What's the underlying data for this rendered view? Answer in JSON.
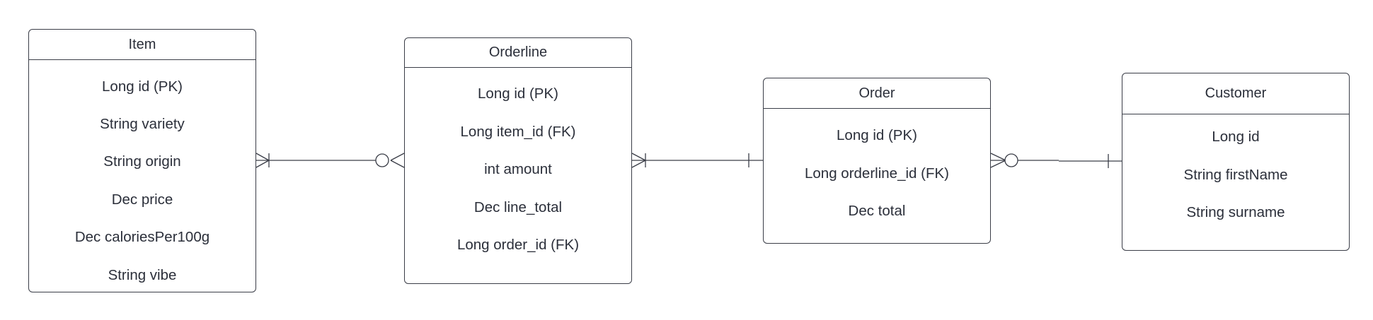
{
  "diagram": {
    "entities": [
      {
        "key": "item",
        "title": "Item",
        "attributes": [
          "Long id (PK)",
          "String variety",
          "String origin",
          "Dec price",
          "Dec caloriesPer100g",
          "String vibe"
        ]
      },
      {
        "key": "orderline",
        "title": "Orderline",
        "attributes": [
          "Long id (PK)",
          "Long item_id (FK)",
          "int amount",
          "Dec line_total",
          "Long order_id (FK)"
        ]
      },
      {
        "key": "order",
        "title": "Order",
        "attributes": [
          "Long id (PK)",
          "Long orderline_id (FK)",
          "Dec total"
        ]
      },
      {
        "key": "customer",
        "title": "Customer",
        "attributes": [
          "Long id",
          "String firstName",
          "String surname"
        ]
      }
    ],
    "relationships": [
      {
        "from": "Item",
        "to": "Orderline",
        "from_cardinality": "one-or-many",
        "to_cardinality": "zero-or-many"
      },
      {
        "from": "Orderline",
        "to": "Order",
        "from_cardinality": "one-or-many",
        "to_cardinality": "exactly-one"
      },
      {
        "from": "Order",
        "to": "Customer",
        "from_cardinality": "zero-or-many",
        "to_cardinality": "exactly-one"
      }
    ],
    "colors": {
      "line": "#3a3d47",
      "text": "#2b2f3a",
      "background": "#ffffff"
    }
  }
}
